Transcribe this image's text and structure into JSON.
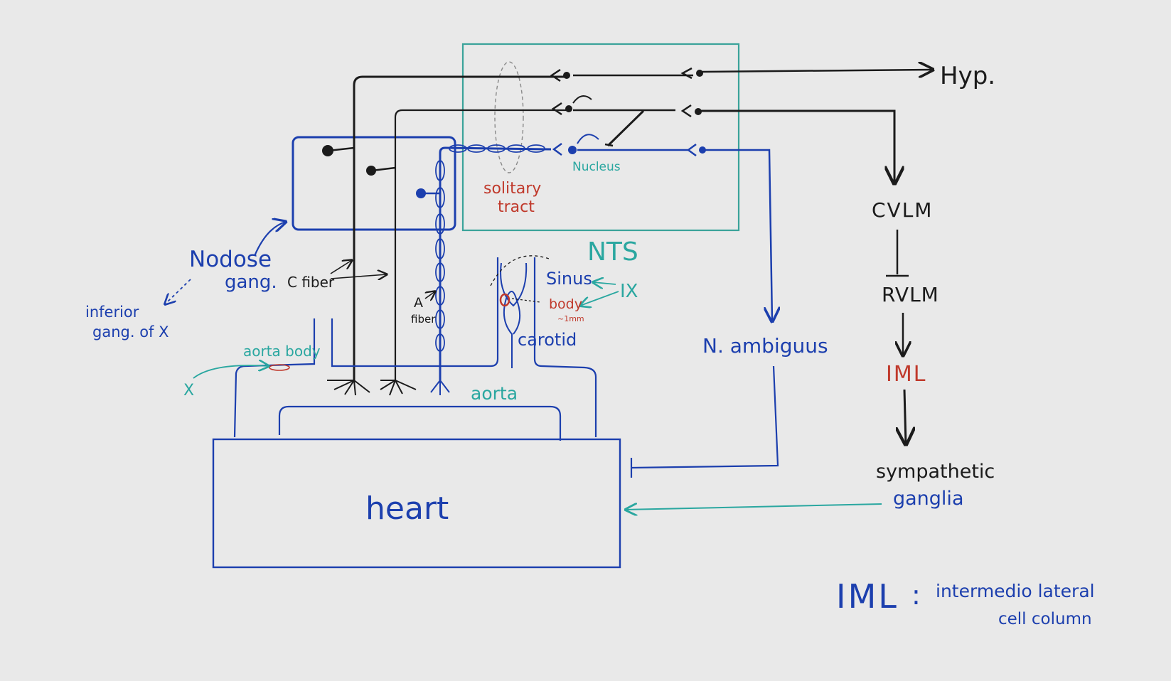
{
  "colors": {
    "background": "#e9e9e9",
    "black": "#1b1b1b",
    "blue": "#1c3fae",
    "teal": "#2aa7a0",
    "red": "#c0392b",
    "nts_box": "#3aa39a",
    "gray": "#8a8a8a"
  },
  "labels": {
    "hyp": "Hyp.",
    "cvlm": "CVLM",
    "rvlm": "RVLM",
    "iml": "IML",
    "sympathetic": "sympathetic",
    "ganglia": "ganglia",
    "nts": "NTS",
    "nucleus": "Nucleus",
    "solitary": "solitary",
    "tract": "tract",
    "nodose": "Nodose",
    "gang": "gang.",
    "inferior": "inferior",
    "gang_of_x": "gang. of X",
    "c_fiber": "C fiber",
    "a": "A",
    "fiber": "fiber",
    "sinus": "Sinus",
    "ix": "IX",
    "body": "body",
    "size": "~1mm",
    "carotid": "carotid",
    "aorta_body": "aorta body",
    "x": "X",
    "aorta": "aorta",
    "n_ambiguus": "N. ambiguus",
    "heart": "heart",
    "legend_abbr": "IML",
    "legend_colon": ":",
    "legend_line1": "intermedio lateral",
    "legend_line2": "cell column"
  }
}
